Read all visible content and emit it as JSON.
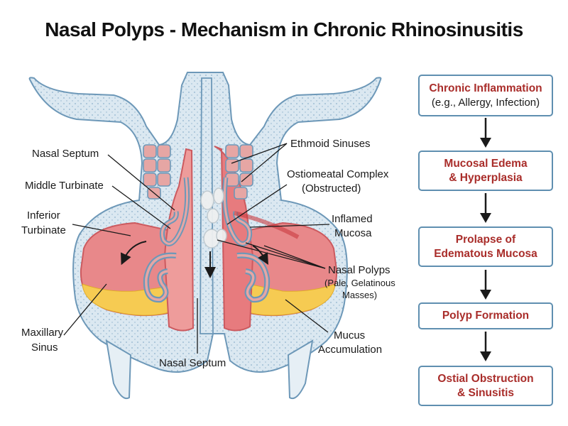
{
  "title": "Nasal Polyps - Mechanism in Chronic Rhinosinusitis",
  "labels": {
    "nasal_septum_top": "Nasal Septum",
    "middle_turbinate": "Middle Turbinate",
    "inferior_turbinate_1": "Inferior",
    "inferior_turbinate_2": "Turbinate",
    "maxillary_sinus_1": "Maxillary",
    "maxillary_sinus_2": "Sinus",
    "nasal_septum_bottom": "Nasal Septum",
    "ethmoid_sinuses": "Ethmoid Sinuses",
    "ostiomeatal_1": "Ostiomeatal Complex",
    "ostiomeatal_2": "(Obstructed)",
    "inflamed_1": "Inflamed",
    "inflamed_2": "Mucosa",
    "polyps_1": "Nasal Polyps",
    "polyps_2": "(Pale, Gelatinous",
    "polyps_3": "Masses)",
    "mucus_1": "Mucus",
    "mucus_2": "Accumulation"
  },
  "flow": [
    {
      "title": "Chronic Inflammation",
      "subtitle": "(e.g., Allergy, Infection)"
    },
    {
      "title": "Mucosal Edema",
      "title2": "& Hyperplasia"
    },
    {
      "title": "Prolapse of",
      "title2": "Edematous Mucosa"
    },
    {
      "title": "Polyp Formation"
    },
    {
      "title": "Ostial Obstruction",
      "title2": "& Sinusitis"
    }
  ],
  "colors": {
    "bone": "#dbe8f1",
    "bone_outline": "#6d98b8",
    "mucosa": "#e8888a",
    "mucosa_dark": "#cc5a5f",
    "mucus": "#f6cb52",
    "polyp": "#eef0f0",
    "flow_title": "#a92d2a",
    "flow_border": "#5f8fb0"
  }
}
